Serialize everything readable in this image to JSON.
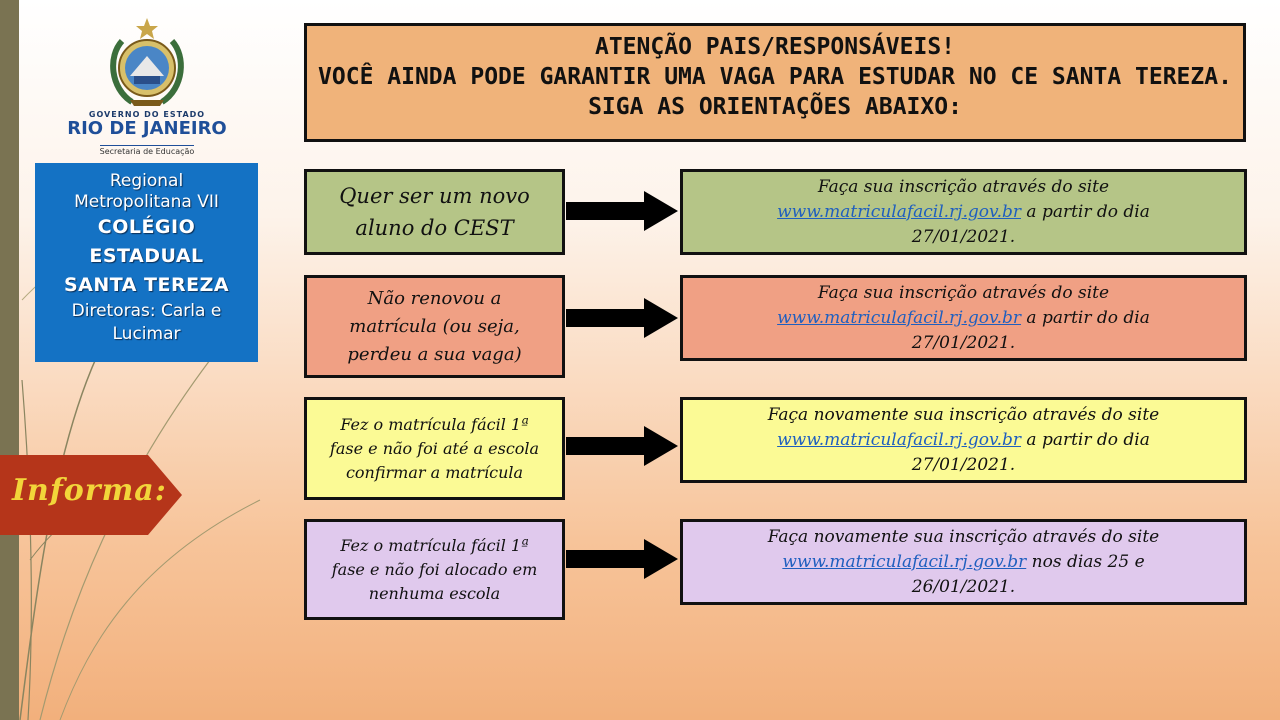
{
  "header": {
    "title_line1": "ATENÇÃO PAIS/RESPONSÁVEIS!",
    "title_line2": "VOCÊ AINDA PODE GARANTIR UMA VAGA PARA ESTUDAR NO CE SANTA TEREZA.",
    "title_line3": "SIGA AS ORIENTAÇÕES ABAIXO:"
  },
  "logo": {
    "gov": "GOVERNO DO ESTADO",
    "rio": "RIO DE JANEIRO",
    "sec": "Secretaria de Educação"
  },
  "school": {
    "regional_1": "Regional",
    "regional_2": "Metropolitana VII",
    "college_1": "COLÉGIO",
    "college_2": "ESTADUAL",
    "college_3": "SANTA TEREZA",
    "directors_1": "Diretoras: Carla e",
    "directors_2": "Lucimar"
  },
  "informa": "Informa:",
  "rows": [
    {
      "question": [
        "Quer ser um novo",
        "aluno do CEST"
      ],
      "answer_pre": "Faça sua inscrição através do site",
      "answer_link": "www.matriculafacil.rj.gov.br",
      "answer_post": " a partir do dia",
      "answer_date": "27/01/2021."
    },
    {
      "question": [
        "Não renovou a",
        "matrícula (ou seja,",
        "perdeu a sua vaga)"
      ],
      "answer_pre": "Faça sua inscrição através do site",
      "answer_link": "www.matriculafacil.rj.gov.br",
      "answer_post": " a partir do dia",
      "answer_date": "27/01/2021."
    },
    {
      "question": [
        "Fez o matrícula fácil 1ª",
        "fase e não foi até a escola",
        "confirmar a matrícula"
      ],
      "answer_pre": "Faça novamente sua inscrição através do site",
      "answer_link": "www.matriculafacil.rj.gov.br",
      "answer_post": " a partir do dia",
      "answer_date": "27/01/2021."
    },
    {
      "question": [
        "Fez o matrícula fácil 1ª",
        "fase e não foi alocado em",
        "nenhuma escola"
      ],
      "answer_pre": "Faça novamente sua inscrição através do site",
      "answer_link": "www.matriculafacil.rj.gov.br",
      "answer_post": " nos dias 25 e",
      "answer_date": "26/01/2021."
    }
  ],
  "colors": {
    "title_bg": "#f0b37a",
    "row1": "#b5c587",
    "row2": "#f0a084",
    "row3": "#fbfa95",
    "row4": "#e0c9ed",
    "school_box": "#1472c4",
    "informa_bg": "#b5351a",
    "informa_text": "#f2d53a"
  }
}
